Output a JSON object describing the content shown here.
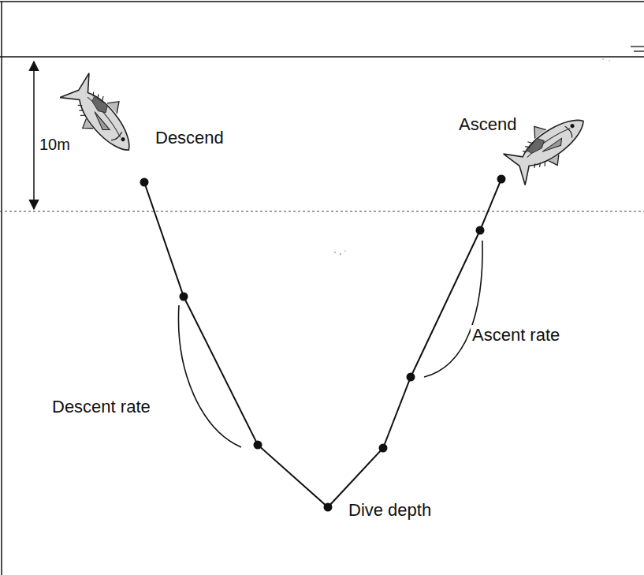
{
  "diagram": {
    "labels": [
      "10m",
      "Descend",
      "Ascend",
      "Descent rate",
      "Ascent rate",
      "Dive depth"
    ]
  }
}
